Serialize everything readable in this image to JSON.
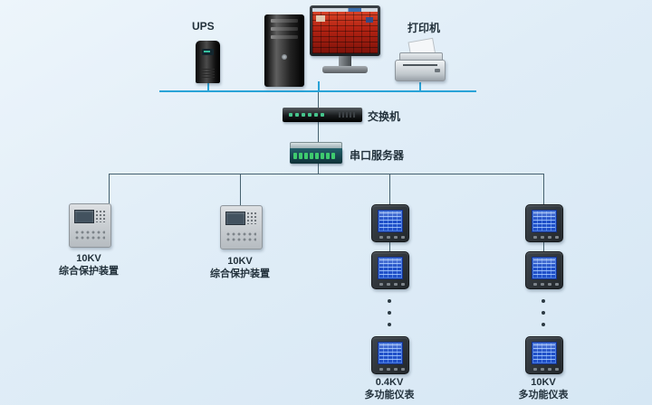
{
  "diagram": {
    "nodes": {
      "ups": {
        "label": "UPS"
      },
      "printer": {
        "label": "打印机"
      },
      "switch": {
        "label": "交换机"
      },
      "serial_server": {
        "label": "串口服务器"
      },
      "protection_device_1": {
        "voltage": "10KV",
        "name": "综合保护装置"
      },
      "protection_device_2": {
        "voltage": "10KV",
        "name": "综合保护装置"
      },
      "meter_column_1": {
        "voltage": "0.4KV",
        "name": "多功能仪表"
      },
      "meter_column_2": {
        "voltage": "10KV",
        "name": "多功能仪表"
      }
    },
    "colors": {
      "bus_line": "#29a3d7",
      "branch_line": "#46616f",
      "meter_lcd": "#2050c8",
      "background": "#e0edf7"
    }
  }
}
